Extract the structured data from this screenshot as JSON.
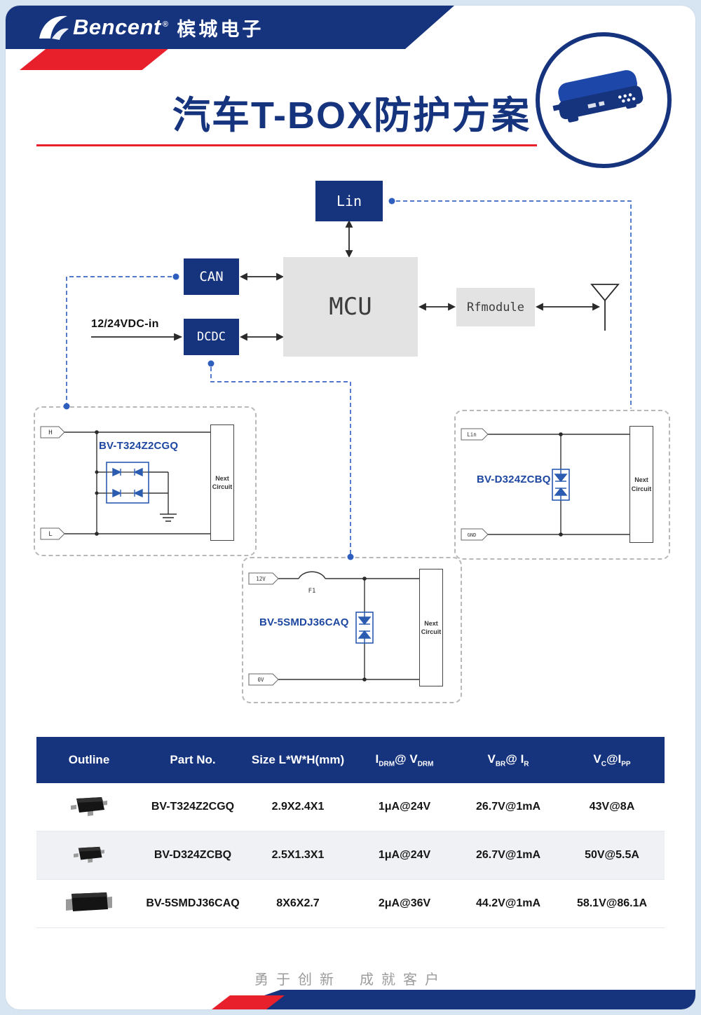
{
  "brand": {
    "name_en": "Bencent",
    "reg": "®",
    "name_cn": "槟城电子"
  },
  "title": "汽车T-BOX防护方案",
  "diagram": {
    "blocks": {
      "lin": "Lin",
      "can": "CAN",
      "dcdc": "DCDC",
      "mcu": "MCU",
      "rfmodule": "Rfmodule",
      "vdc_in": "12/24VDC-in"
    }
  },
  "circuits": {
    "can": {
      "part": "BV-T324Z2CGQ",
      "pin_top": "H",
      "pin_bottom": "L"
    },
    "lin": {
      "part": "BV-D324ZCBQ",
      "pin_top": "Lin",
      "pin_bottom": "GND"
    },
    "power": {
      "part": "BV-5SMDJ36CAQ",
      "pin_top": "12V",
      "pin_bottom": "0V",
      "fuse": "F1"
    }
  },
  "labels": {
    "next1": "Next",
    "next2": "Circuit"
  },
  "table": {
    "headers": {
      "outline": "Outline",
      "part_no": "Part No.",
      "size": "Size L*W*H(mm)",
      "idrm": {
        "p1": "I",
        "s1": "DRM",
        "p2": "@ V",
        "s2": "DRM"
      },
      "vbr": {
        "p1": "V",
        "s1": "BR",
        "p2": "@ I",
        "s2": "R"
      },
      "vc": {
        "p1": "V",
        "s1": "C",
        "p2": "@I",
        "s2": "PP"
      }
    },
    "rows": [
      {
        "part": "BV-T324Z2CGQ",
        "size": "2.9X2.4X1",
        "idrm": "1μA@24V",
        "vbr": "26.7V@1mA",
        "vc": "43V@8A"
      },
      {
        "part": "BV-D324ZCBQ",
        "size": "2.5X1.3X1",
        "idrm": "1μA@24V",
        "vbr": "26.7V@1mA",
        "vc": "50V@5.5A"
      },
      {
        "part": "BV-5SMDJ36CAQ",
        "size": "8X6X2.7",
        "idrm": "2μA@36V",
        "vbr": "44.2V@1mA",
        "vc": "58.1V@86.1A"
      }
    ]
  },
  "footer": {
    "slogan_left": "勇于创新",
    "slogan_right": "成就客户"
  },
  "colors": {
    "brand_blue": "#16337e",
    "accent_red": "#e8202c",
    "block_gray": "#e3e3e3",
    "dashed_wire_blue": "#3a66c4",
    "circuit_blue": "#2b5cb0"
  }
}
